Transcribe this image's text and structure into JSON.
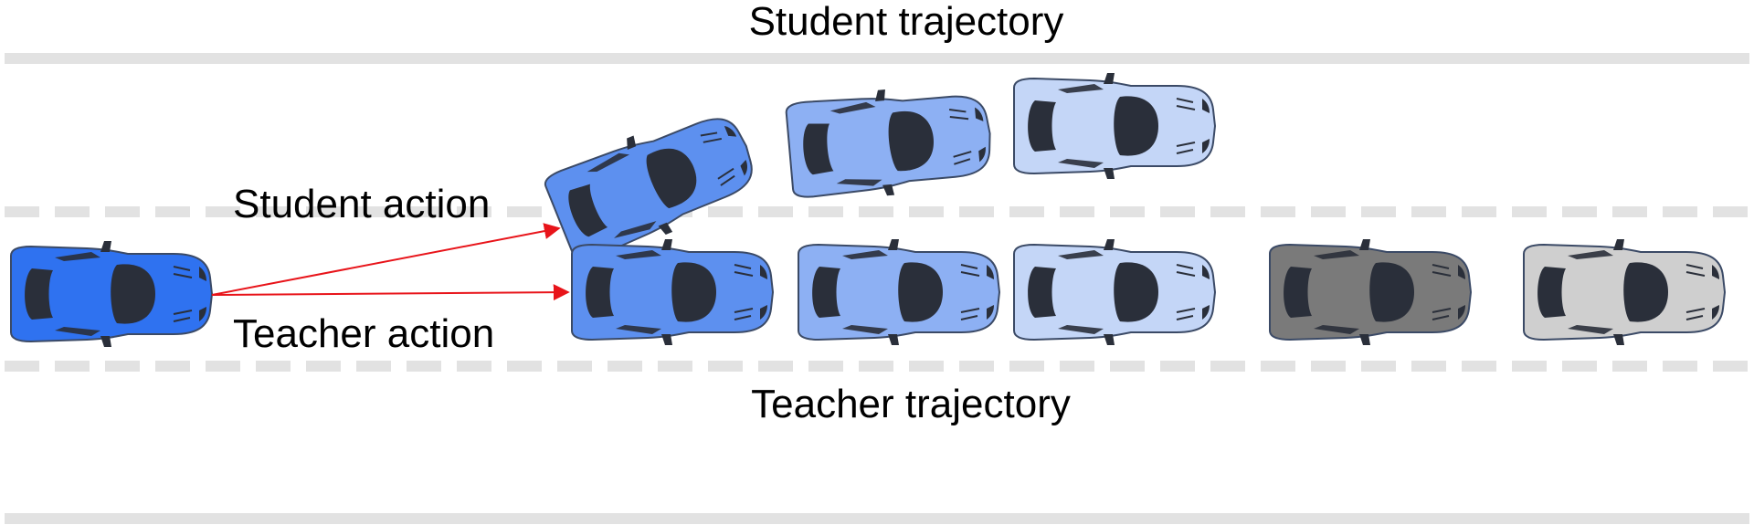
{
  "labels": {
    "top_title": "Student trajectory",
    "student_action": "Student action",
    "teacher_action": "Teacher action",
    "bottom_title": "Teacher trajectory"
  },
  "colors": {
    "road_line": "#e2e2e2",
    "arrow": "#e8141a",
    "car_ego": "#2f72f0",
    "car_blue_1": "#5d90ef",
    "car_blue_2": "#8db0f3",
    "car_blue_3": "#c4d6f7",
    "car_gray_dark": "#7a7a7a",
    "car_gray_light": "#cfcfcf"
  },
  "icons": {
    "car": "sports-car-top-view-icon",
    "arrow": "arrow-right-icon"
  }
}
